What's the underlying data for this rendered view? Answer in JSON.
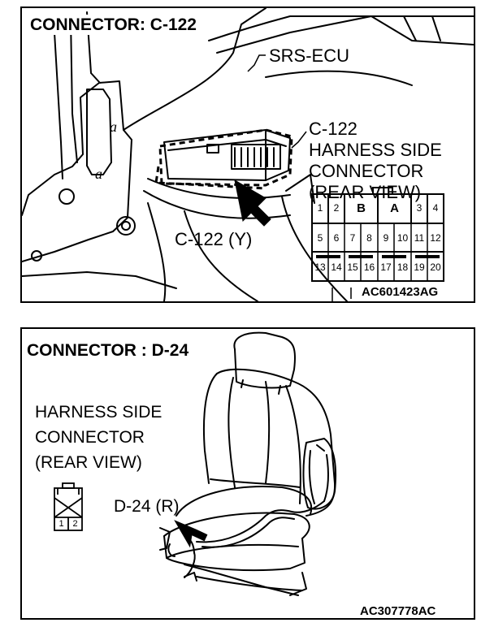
{
  "top_panel": {
    "title": "CONNECTOR: C-122",
    "ecu_label": "SRS-ECU",
    "connector_lines": [
      "C-122",
      "HARNESS SIDE",
      "CONNECTOR",
      "(REAR VIEW)"
    ],
    "pointer_label": "C-122 (Y)",
    "pins": [
      "1",
      "2",
      "B",
      "A",
      "3",
      "4",
      "5",
      "6",
      "7",
      "8",
      "9",
      "10",
      "11",
      "12",
      "13",
      "14",
      "15",
      "16",
      "17",
      "18",
      "19",
      "20"
    ],
    "figure_code": "AC601423AG"
  },
  "bottom_panel": {
    "title": "CONNECTOR : D-24",
    "connector_lines": [
      "HARNESS SIDE",
      "CONNECTOR",
      "(REAR VIEW)"
    ],
    "pointer_label": "D-24 (R)",
    "pins": [
      "1",
      "2"
    ],
    "figure_code": "AC307778AC"
  }
}
